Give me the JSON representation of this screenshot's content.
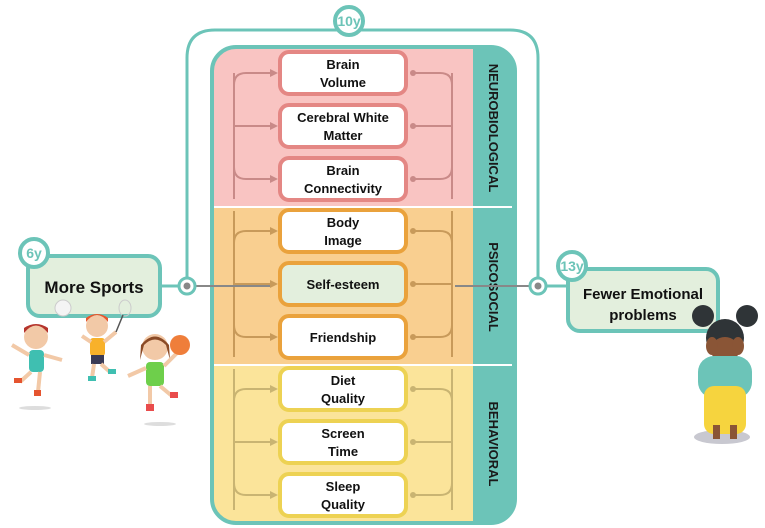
{
  "colors": {
    "teal": "#6cc4b8",
    "panel_border": "#6cc4b8",
    "start_box_fill": "#e3efdd",
    "neuro_bg": "#f9c4c2",
    "neuro_border": "#e48784",
    "neuro_line": "#c98a88",
    "psico_bg": "#f9cf90",
    "psico_border": "#eaa23c",
    "psico_line": "#c89a5a",
    "behav_bg": "#fbe49a",
    "behav_border": "#edd253",
    "behav_line": "#c9b472",
    "node_dot": "#888888"
  },
  "start": {
    "label": "More Sports",
    "age": "6y"
  },
  "mediator_age": "10y",
  "outcome": {
    "label_line1": "Fewer Emotional",
    "label_line2": "problems",
    "age": "13y"
  },
  "sections": [
    {
      "id": "neurobiological",
      "label": "NEUROBIOLOGICAL",
      "items": [
        {
          "line1": "Brain",
          "line2": "Volume",
          "highlight": false
        },
        {
          "line1": "Cerebral White",
          "line2": "Matter",
          "highlight": false
        },
        {
          "line1": "Brain",
          "line2": "Connectivity",
          "highlight": false
        }
      ]
    },
    {
      "id": "psicosocial",
      "label": "PSICOSOCIAL",
      "items": [
        {
          "line1": "Body",
          "line2": "Image",
          "highlight": false
        },
        {
          "line1": "Self-esteem",
          "line2": "",
          "highlight": true
        },
        {
          "line1": "Friendship",
          "line2": "",
          "highlight": false
        }
      ]
    },
    {
      "id": "behavioral",
      "label": "BEHAVIORAL",
      "items": [
        {
          "line1": "Diet",
          "line2": "Quality",
          "highlight": false
        },
        {
          "line1": "Screen",
          "line2": "Time",
          "highlight": false
        },
        {
          "line1": "Sleep",
          "line2": "Quality",
          "highlight": false
        }
      ]
    }
  ],
  "illustrations": {
    "left": "children-playing-sports-illustration",
    "right": "sad-girl-covering-face-illustration"
  }
}
